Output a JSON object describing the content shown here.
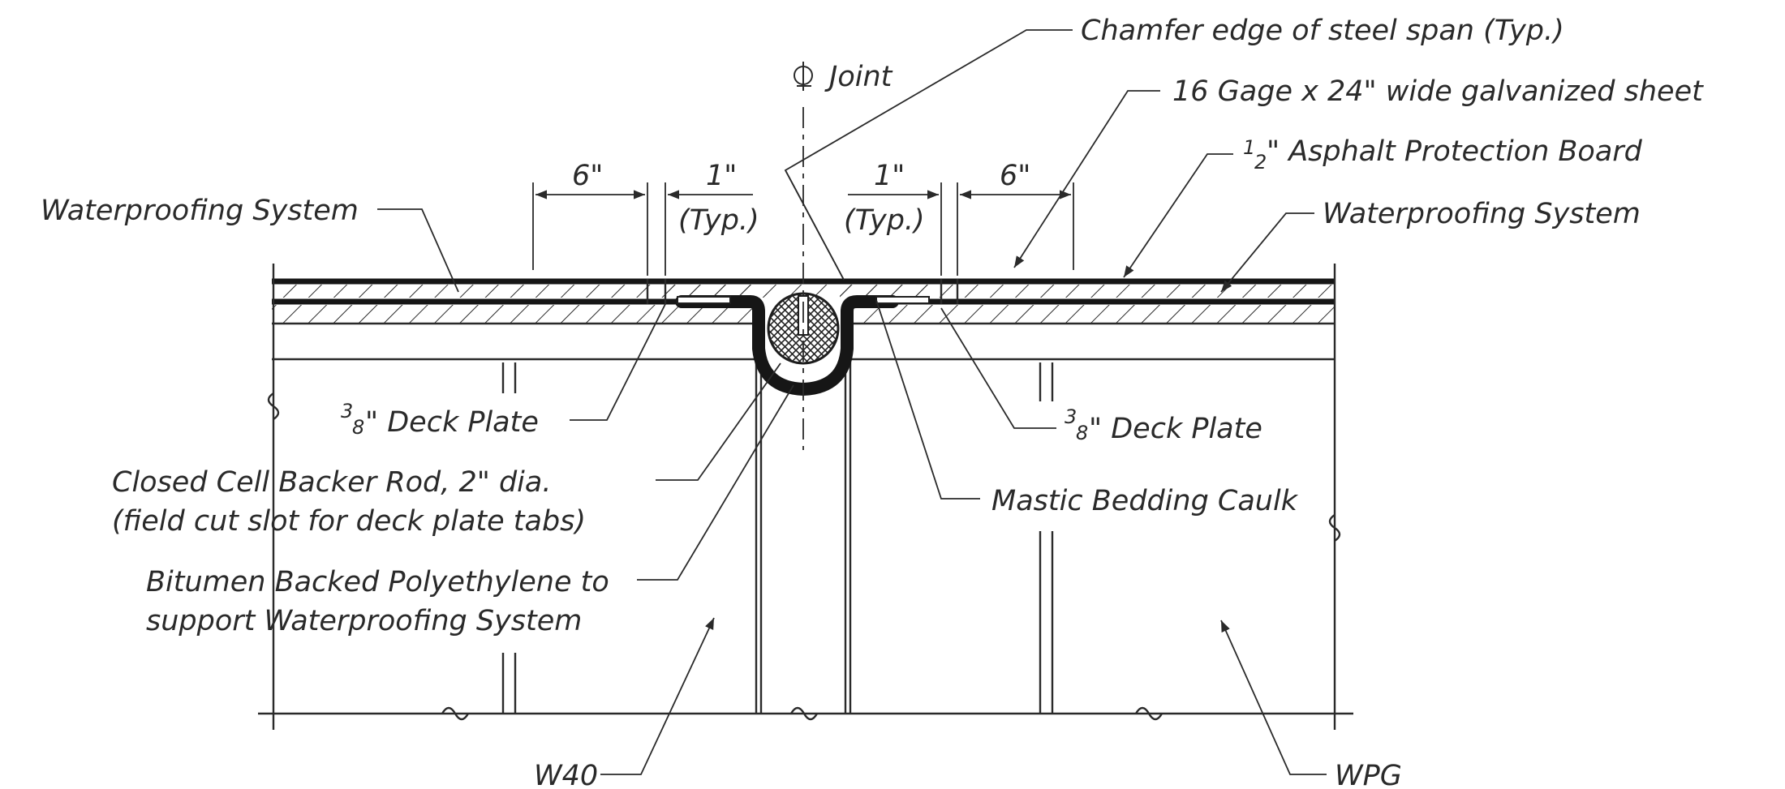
{
  "labels": {
    "chamfer": "Chamfer edge of steel span (Typ.)",
    "cl_joint": "Joint",
    "galvanized_sheet": "16 Gage x 24\" wide galvanized sheet",
    "asphalt_board_num": "1",
    "asphalt_board_den": "2",
    "asphalt_board": "\" Asphalt Protection Board",
    "waterproofing_left": "Waterproofing System",
    "waterproofing_right": "Waterproofing System",
    "deck_plate_left_num": "3",
    "deck_plate_left_den": "8",
    "deck_plate_left": "\" Deck Plate",
    "deck_plate_right_num": "3",
    "deck_plate_right_den": "8",
    "deck_plate_right": "\" Deck Plate",
    "backer_rod_1": "Closed Cell Backer Rod, 2\" dia.",
    "backer_rod_2": "(field cut slot for deck plate tabs)",
    "mastic": "Mastic Bedding Caulk",
    "bitumen_1": "Bitumen Backed Polyethylene to",
    "bitumen_2": "support Waterproofing System",
    "w40": "W40",
    "wpg": "WPG"
  },
  "dimensions": {
    "left_6": "6\"",
    "left_1": "1\"",
    "left_typ": "(Typ.)",
    "right_1": "1\"",
    "right_typ": "(Typ.)",
    "right_6": "6\""
  },
  "colors": {
    "line": "#2a2a2a",
    "heavy": "#161616",
    "background": "#ffffff"
  }
}
